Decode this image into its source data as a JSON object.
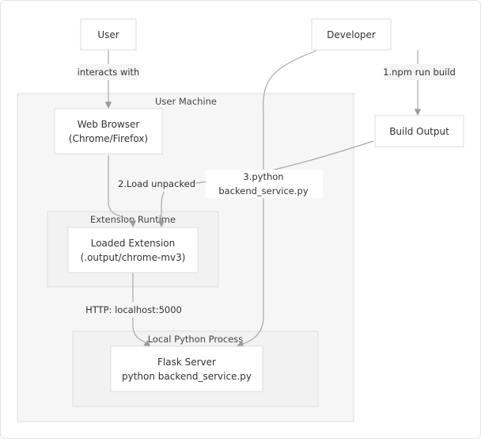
{
  "groups": {
    "user_machine": "User Machine",
    "extension_runtime": "Extension Runtime",
    "local_python_process": "Local Python Process"
  },
  "nodes": {
    "user": "User",
    "developer": "Developer",
    "web_browser": [
      "Web Browser",
      "(Chrome/Firefox)"
    ],
    "build_output": "Build Output",
    "loaded_extension": [
      "Loaded Extension",
      "(.output/chrome-mv3)"
    ],
    "flask_server": [
      "Flask Server",
      "python backend_service.py"
    ]
  },
  "edges": {
    "interacts_with": "interacts with",
    "npm_run_build": "1.npm run build",
    "load_unpacked": "2.Load unpacked",
    "python_backend": [
      "3.python",
      "backend_service.py"
    ],
    "http_localhost": "HTTP: localhost:5000"
  },
  "colors": {
    "group_fill": "#f6f6f6",
    "group_stroke": "#dedede",
    "node_fill": "#ffffff",
    "node_stroke": "#dcdcdc",
    "edge_stroke": "#a8a8a8"
  }
}
